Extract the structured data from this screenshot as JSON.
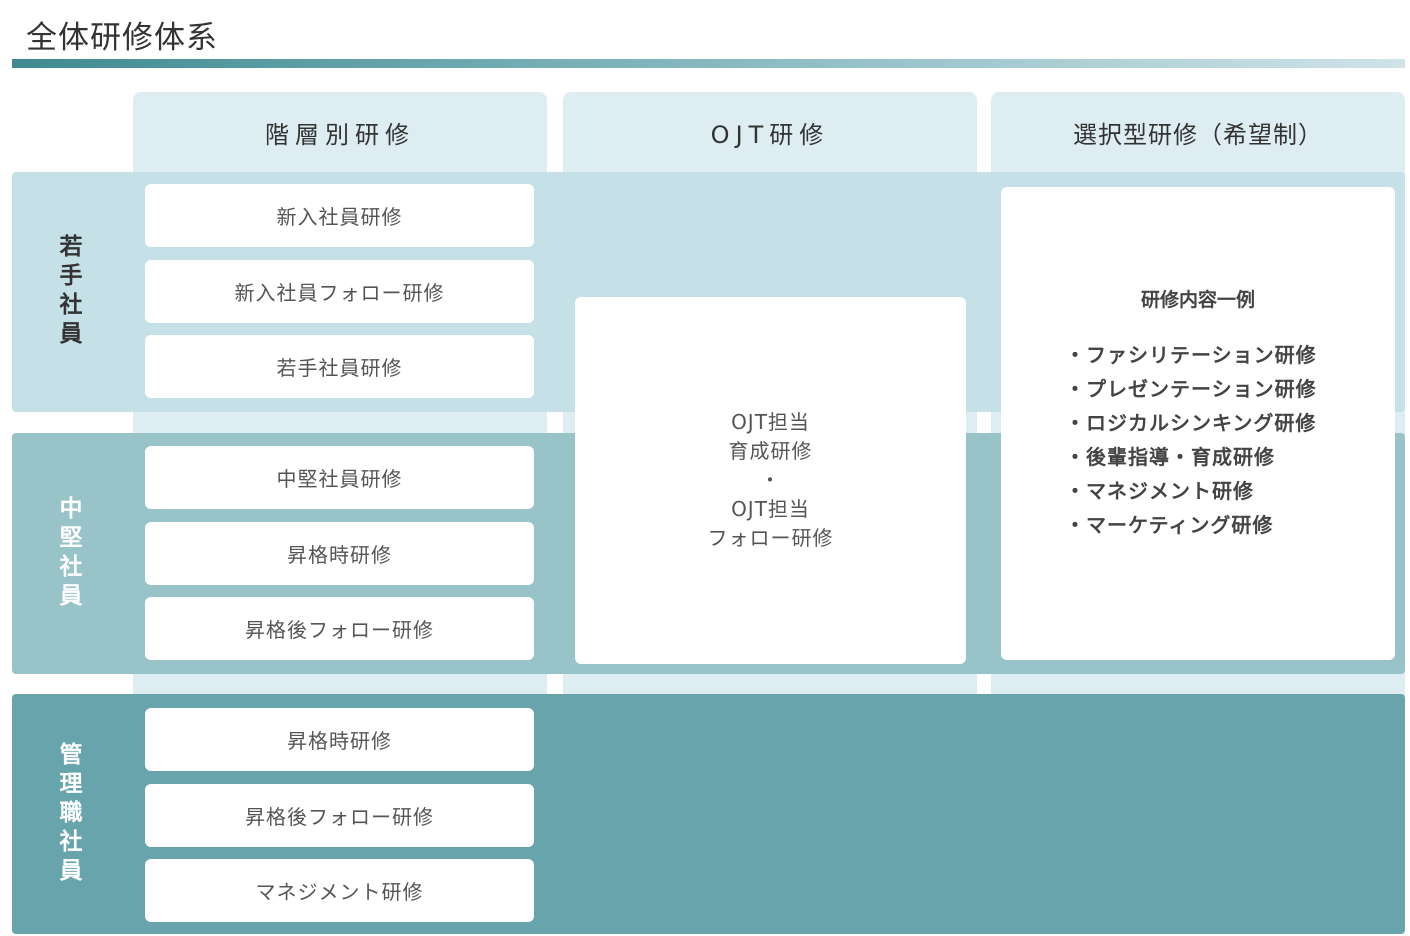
{
  "title": "全体研修体系",
  "columns": [
    "階層別研修",
    "OJT研修",
    "選択型研修（希望制）"
  ],
  "rows": [
    {
      "label": "若手社員",
      "cards": [
        "新入社員研修",
        "新入社員フォロー研修",
        "若手社員研修"
      ]
    },
    {
      "label": "中堅社員",
      "cards": [
        "中堅社員研修",
        "昇格時研修",
        "昇格後フォロー研修"
      ]
    },
    {
      "label": "管理職社員",
      "cards": [
        "昇格時研修",
        "昇格後フォロー研修",
        "マネジメント研修"
      ]
    }
  ],
  "ojt": {
    "lines": [
      "OJT担当",
      "育成研修",
      "・",
      "OJT担当",
      "フォロー研修"
    ]
  },
  "selective": {
    "title": "研修内容一例",
    "items": [
      "・ファシリテーション研修",
      "・プレゼンテーション研修",
      "・ロジカルシンキング研修",
      "・後輩指導・育成研修",
      "・マネジメント研修",
      "・マーケティング研修"
    ]
  },
  "colors": {
    "young": "#c5e0e6",
    "mid": "#98c3c9",
    "manager": "#68a4ac",
    "column": "#deedf2"
  }
}
